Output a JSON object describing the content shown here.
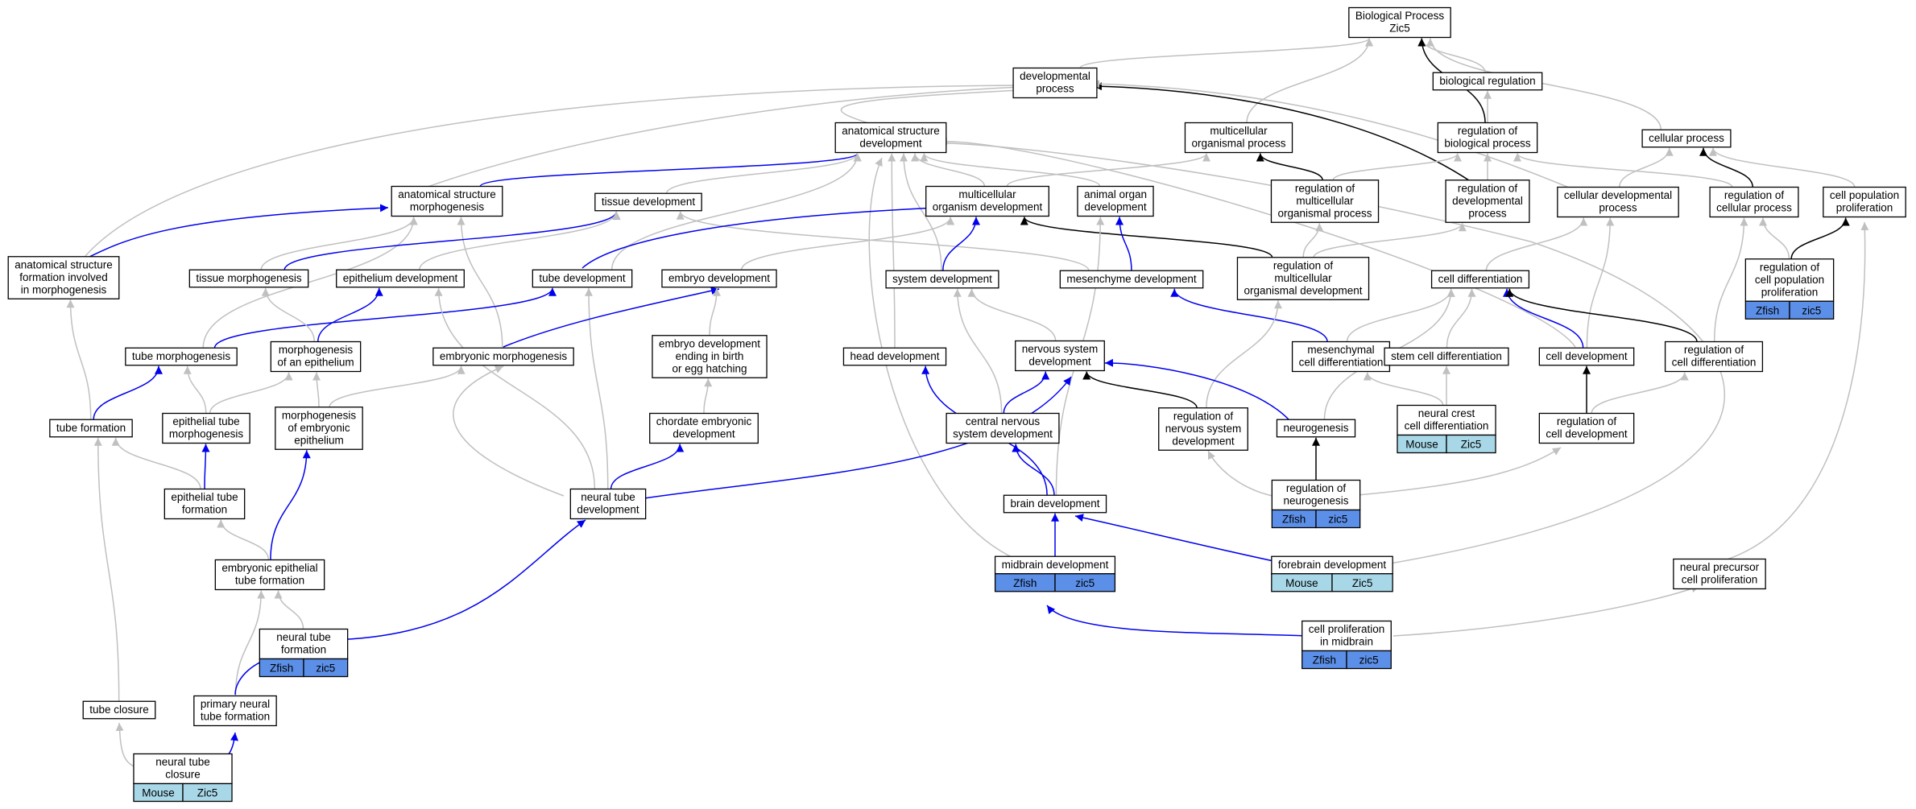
{
  "colors": {
    "is_a": "#c0c0c0",
    "part_of": "#0000ee",
    "regulates": "#000000",
    "zfish_cell": "#5b8fe8",
    "mouse_cell": "#a8d8e8"
  },
  "nodes": [
    {
      "id": "bp",
      "lines": [
        "Biological Process",
        "Zic5"
      ]
    },
    {
      "id": "devproc",
      "lines": [
        "developmental",
        "process"
      ]
    },
    {
      "id": "bioreg",
      "lines": [
        "biological regulation"
      ]
    },
    {
      "id": "asd",
      "lines": [
        "anatomical structure",
        "development"
      ]
    },
    {
      "id": "mop",
      "lines": [
        "multicellular",
        "organismal process"
      ]
    },
    {
      "id": "rbp",
      "lines": [
        "regulation of",
        "biological process"
      ]
    },
    {
      "id": "cellproc",
      "lines": [
        "cellular process"
      ]
    },
    {
      "id": "asm",
      "lines": [
        "anatomical structure",
        "morphogenesis"
      ]
    },
    {
      "id": "tisdev",
      "lines": [
        "tissue development"
      ]
    },
    {
      "id": "mod",
      "lines": [
        "multicellular",
        "organism development"
      ]
    },
    {
      "id": "aod",
      "lines": [
        "animal organ",
        "development"
      ]
    },
    {
      "id": "rmop",
      "lines": [
        "regulation of",
        "multicellular",
        "organismal process"
      ]
    },
    {
      "id": "rdp",
      "lines": [
        "regulation of",
        "developmental",
        "process"
      ]
    },
    {
      "id": "cdp",
      "lines": [
        "cellular developmental",
        "process"
      ]
    },
    {
      "id": "rcp",
      "lines": [
        "regulation of",
        "cellular process"
      ]
    },
    {
      "id": "cpp",
      "lines": [
        "cell population",
        "proliferation"
      ]
    },
    {
      "id": "asfm",
      "lines": [
        "anatomical structure",
        "formation involved",
        "in morphogenesis"
      ]
    },
    {
      "id": "tismorph",
      "lines": [
        "tissue morphogenesis"
      ]
    },
    {
      "id": "epidev",
      "lines": [
        "epithelium development"
      ]
    },
    {
      "id": "tubedev",
      "lines": [
        "tube development"
      ]
    },
    {
      "id": "embdev",
      "lines": [
        "embryo development"
      ]
    },
    {
      "id": "sysdev",
      "lines": [
        "system development"
      ]
    },
    {
      "id": "mesdev",
      "lines": [
        "mesenchyme development"
      ]
    },
    {
      "id": "rmod",
      "lines": [
        "regulation of",
        "multicellular",
        "organismal development"
      ]
    },
    {
      "id": "celldiff",
      "lines": [
        "cell differentiation"
      ]
    },
    {
      "id": "rcpp",
      "lines": [
        "regulation of",
        "cell population",
        "proliferation"
      ]
    },
    {
      "id": "tubemorph",
      "lines": [
        "tube morphogenesis"
      ]
    },
    {
      "id": "morphepi",
      "lines": [
        "morphogenesis",
        "of an epithelium"
      ]
    },
    {
      "id": "embmorph",
      "lines": [
        "embryonic morphogenesis"
      ]
    },
    {
      "id": "embdevbirth",
      "lines": [
        "embryo development",
        "ending in birth",
        "or egg hatching"
      ]
    },
    {
      "id": "headdev",
      "lines": [
        "head development"
      ]
    },
    {
      "id": "nsd",
      "lines": [
        "nervous system",
        "development"
      ]
    },
    {
      "id": "mescd",
      "lines": [
        "mesenchymal",
        "cell differentiation"
      ]
    },
    {
      "id": "stemcd",
      "lines": [
        "stem cell differentiation"
      ]
    },
    {
      "id": "celldev",
      "lines": [
        "cell development"
      ]
    },
    {
      "id": "rcd",
      "lines": [
        "regulation of",
        "cell differentiation"
      ]
    },
    {
      "id": "tubeform",
      "lines": [
        "tube formation"
      ]
    },
    {
      "id": "etm",
      "lines": [
        "epithelial tube",
        "morphogenesis"
      ]
    },
    {
      "id": "moee",
      "lines": [
        "morphogenesis",
        "of embryonic",
        "epithelium"
      ]
    },
    {
      "id": "chordev",
      "lines": [
        "chordate embryonic",
        "development"
      ]
    },
    {
      "id": "cnsd",
      "lines": [
        "central nervous",
        "system development"
      ]
    },
    {
      "id": "rnsd",
      "lines": [
        "regulation of",
        "nervous system",
        "development"
      ]
    },
    {
      "id": "neurog",
      "lines": [
        "neurogenesis"
      ]
    },
    {
      "id": "ncd",
      "lines": [
        "neural crest",
        "cell differentiation"
      ]
    },
    {
      "id": "rcdev",
      "lines": [
        "regulation of",
        "cell development"
      ]
    },
    {
      "id": "etf",
      "lines": [
        "epithelial tube",
        "formation"
      ]
    },
    {
      "id": "ntd",
      "lines": [
        "neural tube",
        "development"
      ]
    },
    {
      "id": "braindev",
      "lines": [
        "brain development"
      ]
    },
    {
      "id": "rneurog",
      "lines": [
        "regulation of",
        "neurogenesis"
      ]
    },
    {
      "id": "eetf",
      "lines": [
        "embryonic epithelial",
        "tube formation"
      ]
    },
    {
      "id": "middev",
      "lines": [
        "midbrain development"
      ]
    },
    {
      "id": "foredev",
      "lines": [
        "forebrain development"
      ]
    },
    {
      "id": "npcp",
      "lines": [
        "neural precursor",
        "cell proliferation"
      ]
    },
    {
      "id": "ntf",
      "lines": [
        "neural tube",
        "formation"
      ]
    },
    {
      "id": "cpmid",
      "lines": [
        "cell proliferation",
        "in midbrain"
      ]
    },
    {
      "id": "tubeclose",
      "lines": [
        "tube closure"
      ]
    },
    {
      "id": "pntf",
      "lines": [
        "primary neural",
        "tube formation"
      ]
    },
    {
      "id": "ntc",
      "lines": [
        "neural tube",
        "closure"
      ]
    }
  ],
  "annotations": {
    "ncd": [
      {
        "text": "Mouse",
        "kind": "mouse"
      },
      {
        "text": "Zic5",
        "kind": "mouse"
      }
    ],
    "rcpp": [
      {
        "text": "Zfish",
        "kind": "zfish"
      },
      {
        "text": "zic5",
        "kind": "zfish"
      }
    ],
    "rneurog": [
      {
        "text": "Zfish",
        "kind": "zfish"
      },
      {
        "text": "zic5",
        "kind": "zfish"
      }
    ],
    "middev": [
      {
        "text": "Zfish",
        "kind": "zfish"
      },
      {
        "text": "zic5",
        "kind": "zfish"
      }
    ],
    "foredev": [
      {
        "text": "Mouse",
        "kind": "mouse"
      },
      {
        "text": "Zic5",
        "kind": "mouse"
      }
    ],
    "ntf": [
      {
        "text": "Zfish",
        "kind": "zfish"
      },
      {
        "text": "zic5",
        "kind": "zfish"
      }
    ],
    "cpmid": [
      {
        "text": "Zfish",
        "kind": "zfish"
      },
      {
        "text": "zic5",
        "kind": "zfish"
      }
    ],
    "ntc": [
      {
        "text": "Mouse",
        "kind": "mouse"
      },
      {
        "text": "Zic5",
        "kind": "mouse"
      }
    ]
  },
  "edges": [
    [
      "devproc",
      "bp",
      "g"
    ],
    [
      "mop",
      "bp",
      "g"
    ],
    [
      "bioreg",
      "bp",
      "g"
    ],
    [
      "rbp",
      "bp",
      "k"
    ],
    [
      "cellproc",
      "bp",
      "g"
    ],
    [
      "rbp",
      "bioreg",
      "g"
    ],
    [
      "asd",
      "devproc",
      "g"
    ],
    [
      "rdp",
      "devproc",
      "k"
    ],
    [
      "asfm",
      "devproc",
      "g"
    ],
    [
      "cdp",
      "devproc",
      "g"
    ],
    [
      "asm",
      "devproc",
      "g"
    ],
    [
      "rmop",
      "mop",
      "k"
    ],
    [
      "mod",
      "mop",
      "g"
    ],
    [
      "rmop",
      "rbp",
      "g"
    ],
    [
      "rdp",
      "rbp",
      "g"
    ],
    [
      "rcp",
      "rbp",
      "g"
    ],
    [
      "cdp",
      "cellproc",
      "g"
    ],
    [
      "rcp",
      "cellproc",
      "k"
    ],
    [
      "cpp",
      "cellproc",
      "g"
    ],
    [
      "asm",
      "asd",
      "b"
    ],
    [
      "tisdev",
      "asd",
      "g"
    ],
    [
      "mod",
      "asd",
      "g"
    ],
    [
      "aod",
      "asd",
      "g"
    ],
    [
      "tubedev",
      "asd",
      "g"
    ],
    [
      "sysdev",
      "asd",
      "g"
    ],
    [
      "headdev",
      "asd",
      "g"
    ],
    [
      "middev",
      "asd",
      "g"
    ],
    [
      "celldev",
      "asd",
      "g"
    ],
    [
      "asfm",
      "asm",
      "b"
    ],
    [
      "tismorph",
      "asm",
      "g"
    ],
    [
      "tubemorph",
      "asm",
      "g"
    ],
    [
      "embmorph",
      "asm",
      "g"
    ],
    [
      "tismorph",
      "tisdev",
      "b"
    ],
    [
      "epidev",
      "tisdev",
      "g"
    ],
    [
      "mesdev",
      "tisdev",
      "g"
    ],
    [
      "tubedev",
      "mod",
      "b"
    ],
    [
      "sysdev",
      "mod",
      "b"
    ],
    [
      "embdev",
      "mod",
      "g"
    ],
    [
      "rmod",
      "mod",
      "k"
    ],
    [
      "mesdev",
      "aod",
      "b"
    ],
    [
      "braindev",
      "aod",
      "g"
    ],
    [
      "rmod",
      "rmop",
      "g"
    ],
    [
      "rmod",
      "rdp",
      "g"
    ],
    [
      "celldiff",
      "cdp",
      "g"
    ],
    [
      "celldev",
      "cdp",
      "g"
    ],
    [
      "rcpp",
      "rcp",
      "g"
    ],
    [
      "rcd",
      "rcp",
      "g"
    ],
    [
      "rcpp",
      "cpp",
      "k"
    ],
    [
      "npcp",
      "cpp",
      "g"
    ],
    [
      "tubeform",
      "asfm",
      "g"
    ],
    [
      "tubemorph",
      "tubedev",
      "b"
    ],
    [
      "ntd",
      "tubedev",
      "g"
    ],
    [
      "morphepi",
      "epidev",
      "b"
    ],
    [
      "ntd",
      "epidev",
      "g"
    ],
    [
      "embmorph",
      "embdev",
      "b"
    ],
    [
      "embdevbirth",
      "embdev",
      "g"
    ],
    [
      "nsd",
      "sysdev",
      "g"
    ],
    [
      "cnsd",
      "sysdev",
      "g"
    ],
    [
      "mescd",
      "mesdev",
      "b"
    ],
    [
      "rnsd",
      "rmod",
      "g"
    ],
    [
      "mescd",
      "celldiff",
      "g"
    ],
    [
      "stemcd",
      "celldiff",
      "g"
    ],
    [
      "celldev",
      "celldiff",
      "b"
    ],
    [
      "rcd",
      "celldiff",
      "k"
    ],
    [
      "neurog",
      "celldiff",
      "g"
    ],
    [
      "tubeform",
      "tubemorph",
      "b"
    ],
    [
      "etm",
      "tubemorph",
      "g"
    ],
    [
      "morphepi",
      "tismorph",
      "g"
    ],
    [
      "etm",
      "morphepi",
      "g"
    ],
    [
      "moee",
      "morphepi",
      "g"
    ],
    [
      "moee",
      "embmorph",
      "g"
    ],
    [
      "ntd",
      "embmorph",
      "g"
    ],
    [
      "chordev",
      "embdevbirth",
      "g"
    ],
    [
      "braindev",
      "headdev",
      "b"
    ],
    [
      "cnsd",
      "nsd",
      "b"
    ],
    [
      "ntd",
      "nsd",
      "b"
    ],
    [
      "neurog",
      "nsd",
      "b"
    ],
    [
      "rnsd",
      "nsd",
      "k"
    ],
    [
      "ncd",
      "mescd",
      "g"
    ],
    [
      "ncd",
      "stemcd",
      "g"
    ],
    [
      "rcdev",
      "celldev",
      "k"
    ],
    [
      "rcdev",
      "rcd",
      "g"
    ],
    [
      "etf",
      "tubeform",
      "g"
    ],
    [
      "tubeclose",
      "tubeform",
      "g"
    ],
    [
      "etf",
      "etm",
      "b"
    ],
    [
      "eetf",
      "moee",
      "b"
    ],
    [
      "ntd",
      "chordev",
      "b"
    ],
    [
      "braindev",
      "cnsd",
      "b"
    ],
    [
      "rneurog",
      "rnsd",
      "g"
    ],
    [
      "rneurog",
      "neurog",
      "k"
    ],
    [
      "rneurog",
      "rcdev",
      "g"
    ],
    [
      "eetf",
      "etf",
      "g"
    ],
    [
      "ntf",
      "ntd",
      "b"
    ],
    [
      "middev",
      "braindev",
      "b"
    ],
    [
      "foredev",
      "braindev",
      "b"
    ],
    [
      "foredev",
      "asd",
      "g"
    ],
    [
      "ntf",
      "eetf",
      "g"
    ],
    [
      "pntf",
      "eetf",
      "g"
    ],
    [
      "cpmid",
      "middev",
      "b"
    ],
    [
      "cpmid",
      "npcp",
      "g"
    ],
    [
      "pntf",
      "ntf",
      "b"
    ],
    [
      "ntc",
      "tubeclose",
      "g"
    ],
    [
      "ntc",
      "pntf",
      "b"
    ]
  ]
}
